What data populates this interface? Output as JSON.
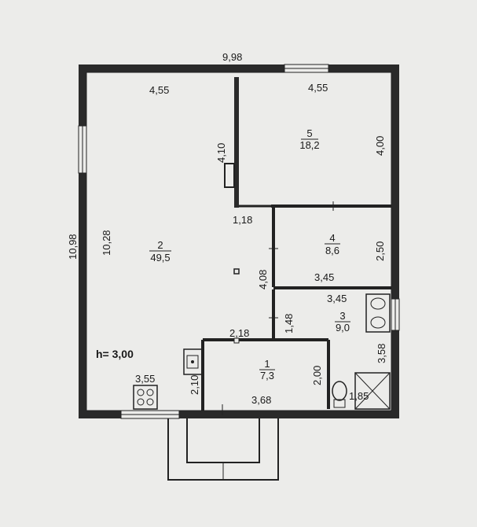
{
  "plan": {
    "ceiling_height": "h= 3,00",
    "overall": {
      "width": "9,98",
      "depth": "10,98"
    },
    "rooms": [
      {
        "no": "1",
        "area": "7,3"
      },
      {
        "no": "2",
        "area": "49,5"
      },
      {
        "no": "3",
        "area": "9,0"
      },
      {
        "no": "4",
        "area": "8,6"
      },
      {
        "no": "5",
        "area": "18,2"
      }
    ],
    "dimensions": {
      "top_left": "4,55",
      "top_right": "4,55",
      "room5_width_vertical": "4,10",
      "room5_height": "4,00",
      "opening": "1,18",
      "room2_height": "10,28",
      "room4_height": "2,50",
      "room4_width": "3,45",
      "room3_width": "3,45",
      "partition": "4,08",
      "room3_partition": "1,48",
      "room3_height": "3,58",
      "entry_width": "2,18",
      "room1_height": "2,00",
      "room1_left": "2,10",
      "room1_width": "3,68",
      "kitchen_width": "3,55",
      "shower": "1,85"
    },
    "colors": {
      "wall": "#2a2a2a",
      "background": "#ececea"
    }
  }
}
